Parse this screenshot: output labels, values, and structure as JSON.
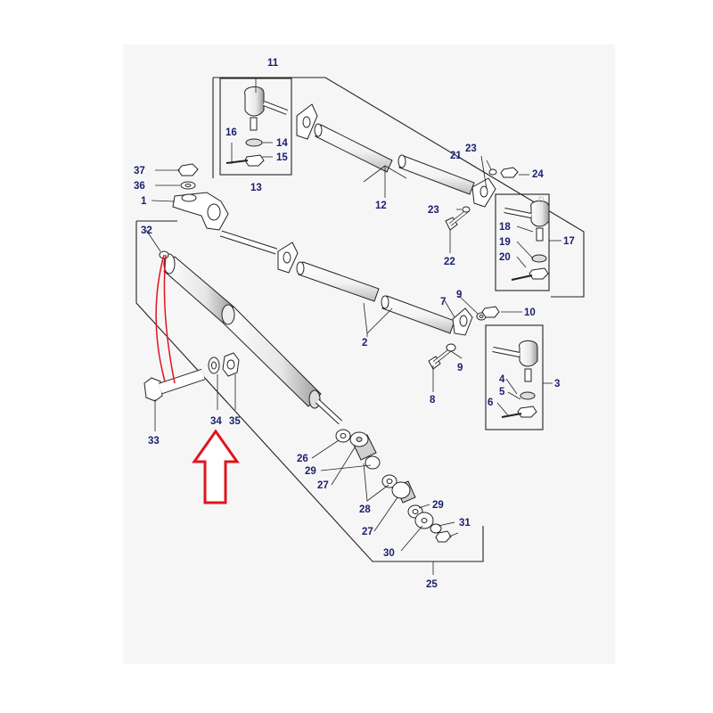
{
  "diagram": {
    "callouts": {
      "n1": "1",
      "n2": "2",
      "n3": "3",
      "n4": "4",
      "n5": "5",
      "n6": "6",
      "n7": "7",
      "n8": "8",
      "n9a": "9",
      "n9b": "9",
      "n10": "10",
      "n11": "11",
      "n12": "12",
      "n13": "13",
      "n14": "14",
      "n15": "15",
      "n16": "16",
      "n17": "17",
      "n18": "18",
      "n19": "19",
      "n20": "20",
      "n21": "21",
      "n22": "22",
      "n23a": "23",
      "n23b": "23",
      "n24": "24",
      "n25": "25",
      "n26": "26",
      "n27a": "27",
      "n27b": "27",
      "n28": "28",
      "n29a": "29",
      "n29b": "29",
      "n30": "30",
      "n31": "31",
      "n32": "32",
      "n33": "33",
      "n34": "34",
      "n35": "35",
      "n36": "36",
      "n37": "37"
    },
    "colors": {
      "label": "#1a1f6e",
      "line": "#222222",
      "highlight": "#e0141e",
      "paper": "#f6f6f6",
      "part_fill": "#ffffff",
      "part_shade": "#cfcfcf"
    },
    "highlight_arrow": {
      "direction": "up",
      "points_to": "34"
    }
  }
}
